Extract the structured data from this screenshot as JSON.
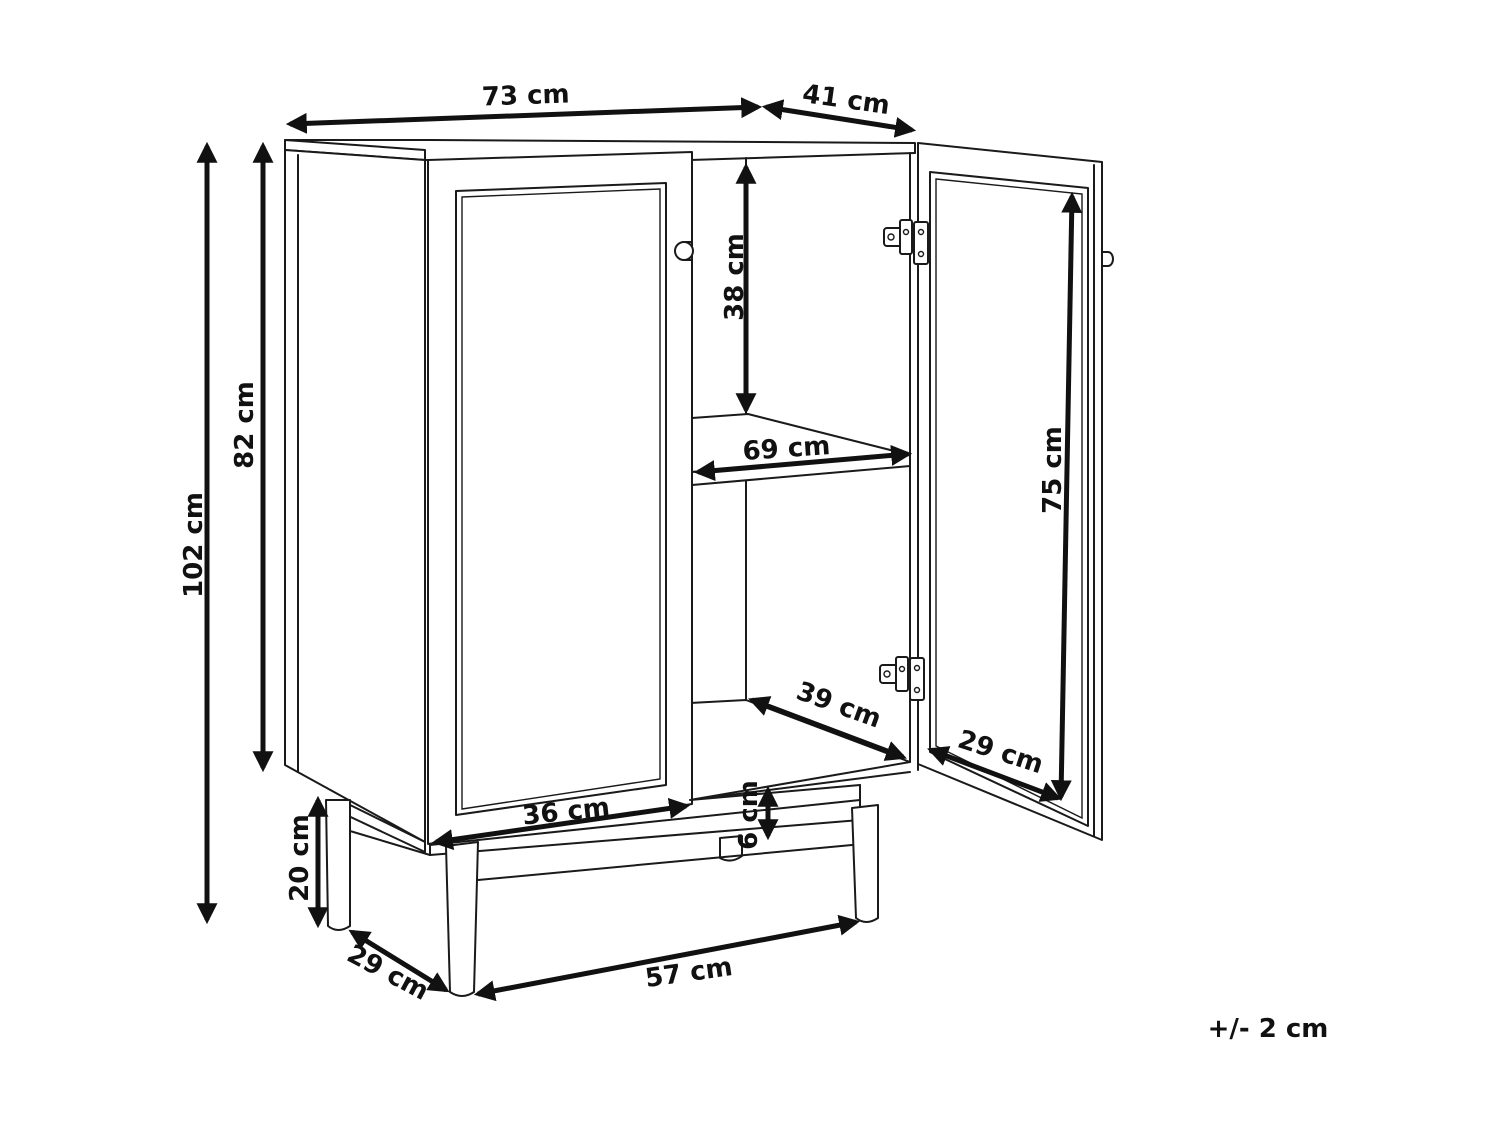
{
  "dimensions": {
    "top_width": "73 cm",
    "top_depth": "41 cm",
    "total_height": "102 cm",
    "body_height": "82 cm",
    "shelf_clearance": "38 cm",
    "shelf_width": "69 cm",
    "door_height": "75 cm",
    "inner_depth": "39 cm",
    "door_width_right": "29 cm",
    "door_width_left": "36 cm",
    "apron_height": "6 cm",
    "leg_height": "20 cm",
    "leg_span_depth": "29 cm",
    "leg_span_width": "57 cm"
  },
  "tolerance": "+/- 2 cm",
  "colors": {
    "line": "#1a1a1a",
    "background": "#ffffff"
  }
}
